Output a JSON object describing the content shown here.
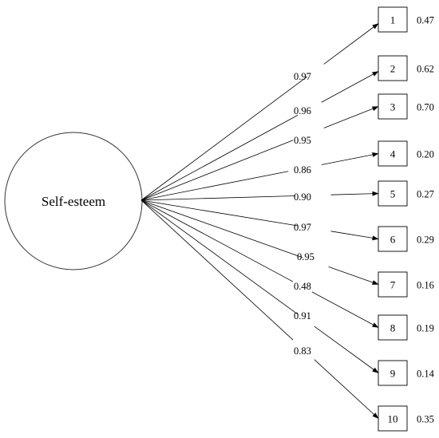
{
  "latent": {
    "label": "Self-esteem"
  },
  "items": [
    {
      "label": "1",
      "loading": "0.97",
      "error": "0.47"
    },
    {
      "label": "2",
      "loading": "0.96",
      "error": "0.62"
    },
    {
      "label": "3",
      "loading": "0.95",
      "error": "0.70"
    },
    {
      "label": "4",
      "loading": "0.86",
      "error": "0.20"
    },
    {
      "label": "5",
      "loading": "0.90",
      "error": "0.27"
    },
    {
      "label": "6",
      "loading": "0.97",
      "error": "0.29"
    },
    {
      "label": "7",
      "loading": "0.95",
      "error": "0.16"
    },
    {
      "label": "8",
      "loading": "0.48",
      "error": "0.19"
    },
    {
      "label": "9",
      "loading": "0.91",
      "error": "0.14"
    },
    {
      "label": "10",
      "loading": "0.83",
      "error": "0.35"
    }
  ],
  "colors": {
    "stroke": "#000000",
    "background": "#ffffff",
    "text": "#000000"
  }
}
